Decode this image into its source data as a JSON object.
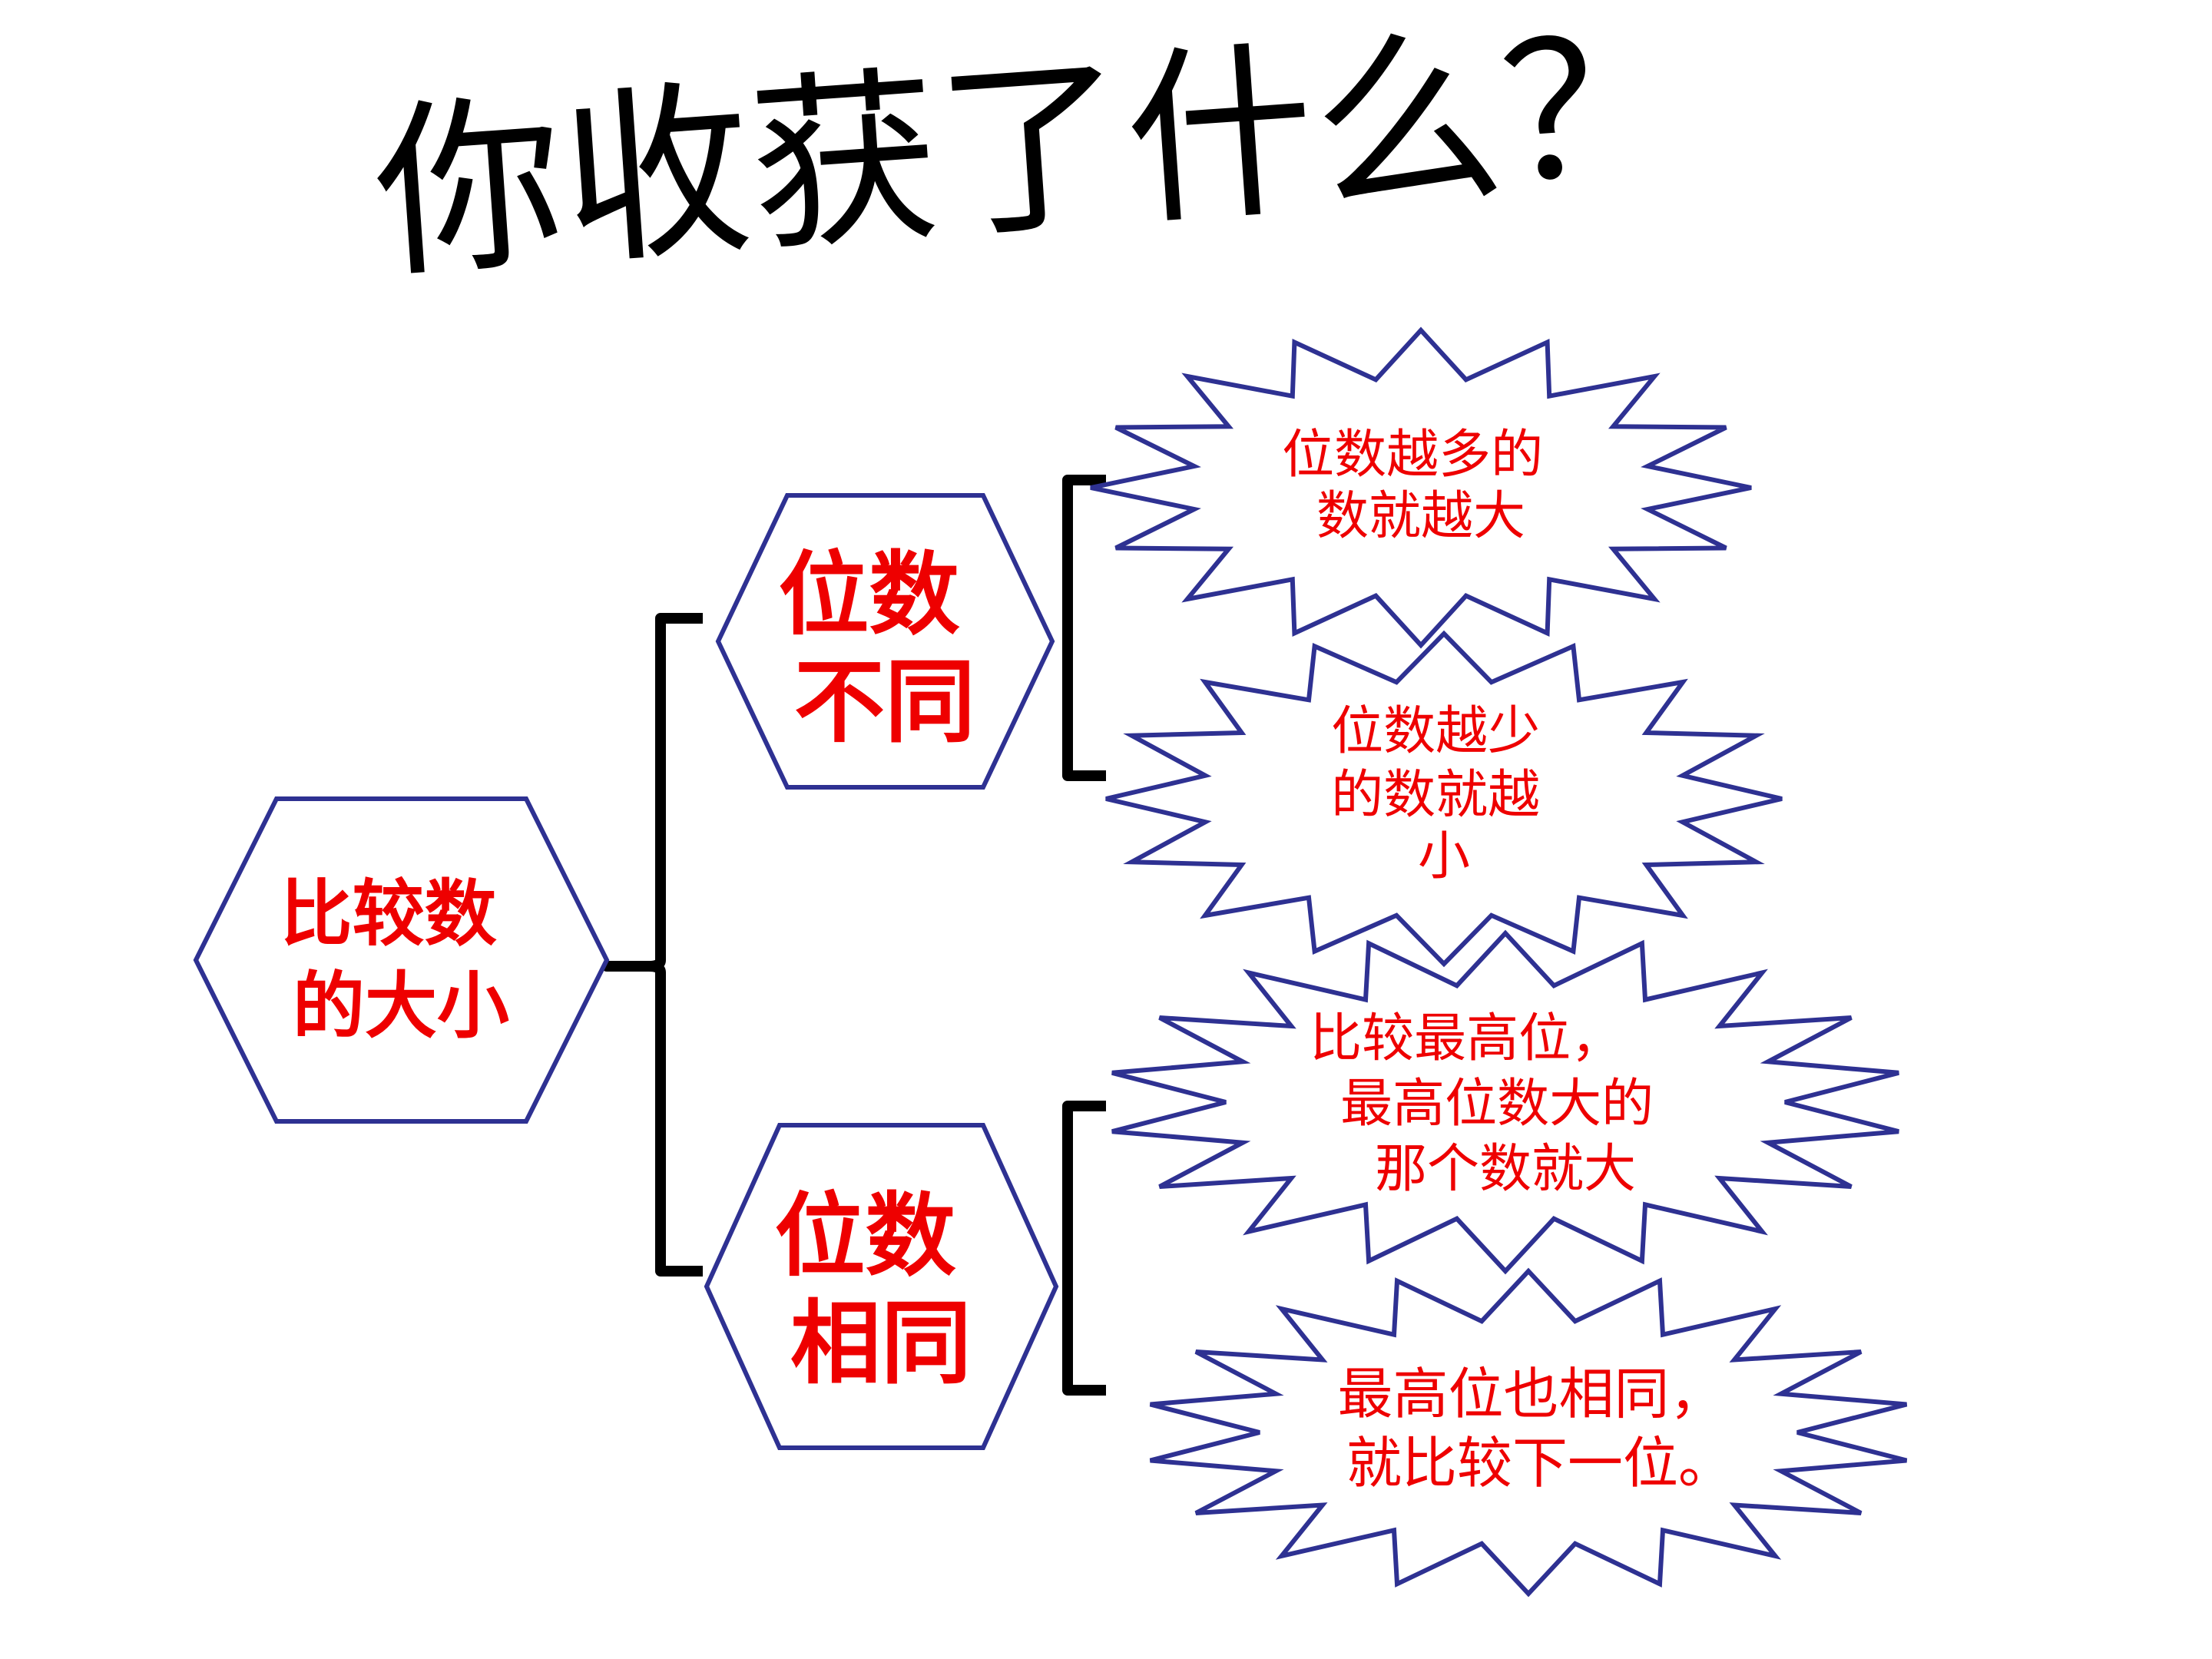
{
  "title": "你收获了什么？",
  "colors": {
    "text": "#ee0000",
    "outline": "#2e3192",
    "bracket": "#000000"
  },
  "root": {
    "lines": [
      "比较数",
      "的大小"
    ]
  },
  "branches": [
    {
      "lines": [
        "位数",
        "不同"
      ],
      "rules": [
        {
          "lines": [
            "位数越多的",
            "数就越大"
          ]
        },
        {
          "lines": [
            "位数越少",
            "的数就越",
            "小"
          ]
        }
      ]
    },
    {
      "lines": [
        "位数",
        "相同"
      ],
      "rules": [
        {
          "lines": [
            "比较最高位，",
            "最高位数大的",
            "那个数就大"
          ]
        },
        {
          "lines": [
            "最高位也相同，",
            "就比较下一位。"
          ]
        }
      ]
    }
  ]
}
